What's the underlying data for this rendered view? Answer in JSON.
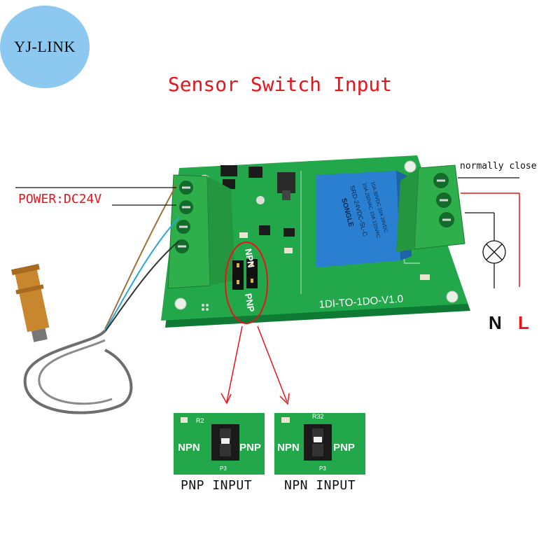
{
  "logo": {
    "text": "YJ-LINK"
  },
  "title": "Sensor Switch Input",
  "power_label": "POWER:DC24V",
  "normally_close_label": "normally close",
  "load": {
    "n": "N",
    "l": "L"
  },
  "board": {
    "model": "1DI-TO-1DO-V1.0",
    "jumper_npn": "NPN",
    "jumper_pnp": "PNP",
    "relay_brand": "SONGLE",
    "relay_model": "SRD-24VDC-SL-C",
    "relay_rating_1": "10A 250VAC  10A 125VAC",
    "relay_rating_2": "10A 30VDC  10A 28VDC"
  },
  "insets": [
    {
      "caption": "PNP INPUT",
      "left_label": "NPN",
      "right_label": "PNP",
      "ref1": "R2",
      "ref2": "P3"
    },
    {
      "caption": "NPN INPUT",
      "left_label": "NPN",
      "right_label": "PNP",
      "ref1": "R32",
      "ref2": "P3"
    }
  ],
  "colors": {
    "accent_red": "#e8141c",
    "pcb_green": "#1fa84a",
    "terminal_green": "#2fae4c",
    "relay_blue": "#2a7fd0"
  }
}
